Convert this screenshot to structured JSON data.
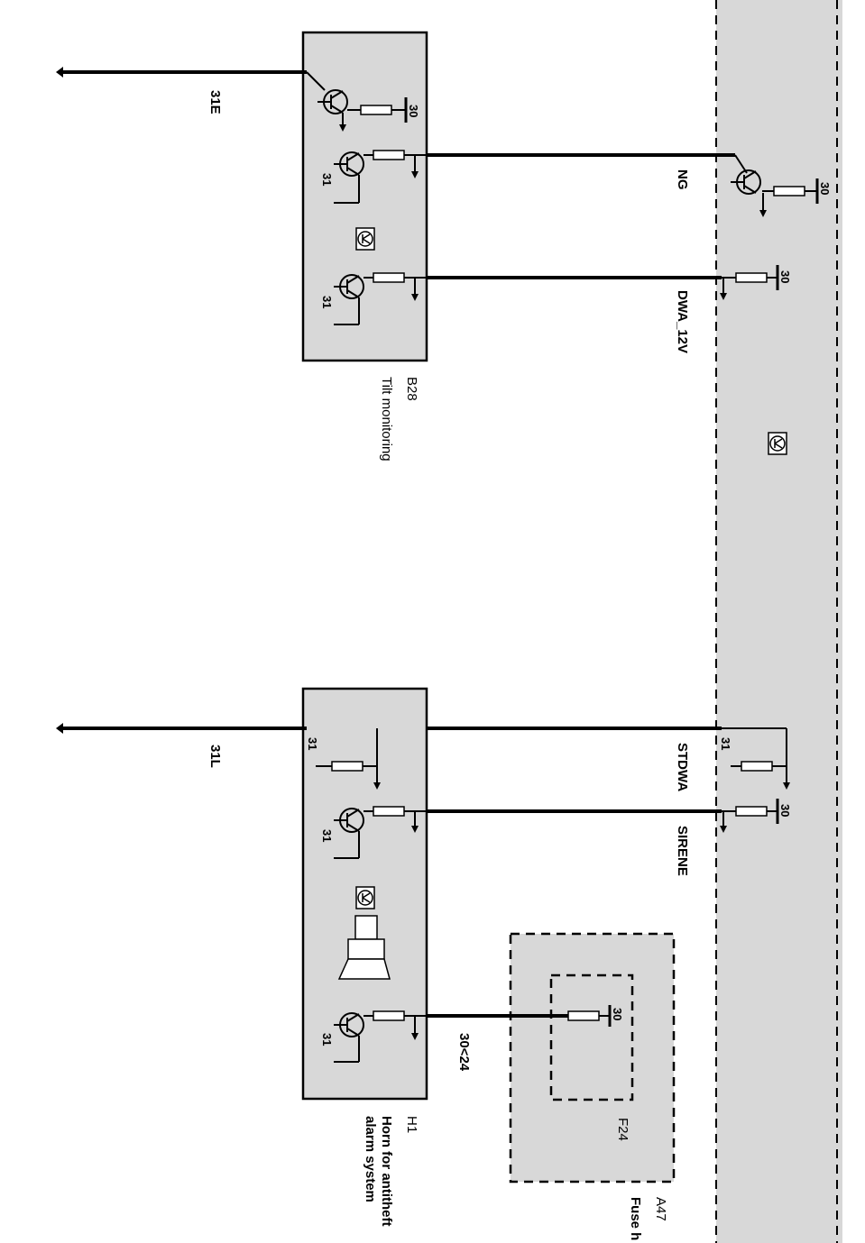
{
  "colors": {
    "box_fill": "#d8d8d8",
    "line": "#000000",
    "background": "#ffffff"
  },
  "connectors": {
    "top_ground": "31E",
    "bottom_ground": "31L"
  },
  "b28": {
    "code": "B28",
    "name": "Tilt monitoring",
    "pin_30": "30",
    "pin_31a": "31",
    "pin_31b": "31"
  },
  "h1": {
    "code": "H1",
    "name_line1": "Horn for antitheft",
    "name_line2": "alarm  system",
    "pin_31_top": "31",
    "pin_31_mid": "31",
    "pin_31_bot": "31"
  },
  "wires": {
    "ng": "NG",
    "dwa_12v": "DWA_12V",
    "stdwa": "STDWA",
    "sirene": "SIRENE",
    "supply": "30<24"
  },
  "right_module": {
    "pin_30_ng": "30",
    "pin_30_dwa": "30",
    "pin_31_stdwa": "31",
    "pin_30_sirene": "30"
  },
  "a47": {
    "code": "A47",
    "name": "Fuse h",
    "fuse_code": "F24",
    "fuse_pin": "30"
  }
}
